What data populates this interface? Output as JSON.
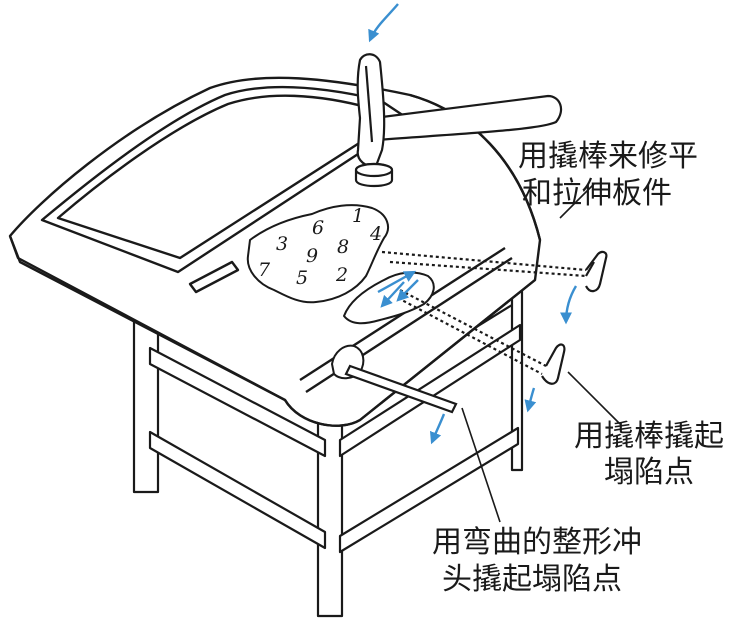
{
  "labels": {
    "pry_bar_level": [
      "用撬棒来修平",
      "和拉伸板件"
    ],
    "pry_bar_lift": [
      "用撬棒撬起",
      "塌陷点"
    ],
    "bent_punch_lift": [
      "用弯曲的整形冲",
      "头撬起塌陷点"
    ]
  },
  "dent_numbers": [
    "1",
    "2",
    "3",
    "4",
    "5",
    "6",
    "7",
    "8",
    "9"
  ],
  "colors": {
    "line": "#1a1a1a",
    "arrow": "#3a8fd0"
  }
}
